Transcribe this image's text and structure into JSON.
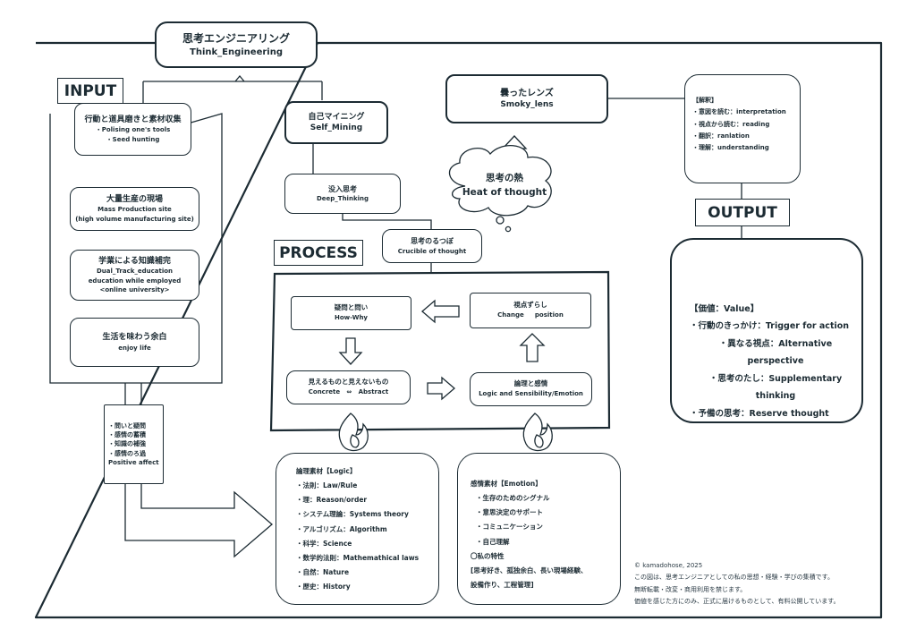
{
  "title": {
    "jp": "思考エンジニアリング",
    "en": "Think_Engineering"
  },
  "sections": {
    "input": "INPUT",
    "process": "PROCESS",
    "output": "OUTPUT"
  },
  "input_boxes": [
    {
      "jp": "行動と道具磨きと素材収集",
      "lines": [
        "・Polising one's  tools",
        "・Seed hunting"
      ]
    },
    {
      "jp": "大量生産の現場",
      "lines": [
        "Mass Production site",
        "(high volume manufacturing site)"
      ]
    },
    {
      "jp": "学業による知識補完",
      "lines": [
        "Dual_Track_education",
        "education while employed",
        "<online university>"
      ]
    },
    {
      "jp": "生活を味わう余白",
      "lines": [
        "enjoy life"
      ]
    }
  ],
  "input_notes": [
    "・問いと疑問",
    "・感情の蓄積",
    "・知識の補強",
    "・感情のろ過",
    "Positive affect"
  ],
  "self_mining": {
    "jp": "自己マイニング",
    "en": "Self_Mining"
  },
  "deep_thinking": {
    "jp": "没入思考",
    "en": "Deep_Thinking"
  },
  "crucible": {
    "jp": "思考のるつぼ",
    "en": "Crucible of thought"
  },
  "heat": {
    "jp": "思考の熱",
    "en": "Heat of thought"
  },
  "smoky": {
    "jp": "曇ったレンズ",
    "en": "Smoky_lens"
  },
  "interpretation": {
    "head": "【解釈】",
    "items": [
      "・意図を読む：interpretation",
      "・視点から読む：reading",
      "・翻訳：ranlation",
      "・理解：understanding"
    ]
  },
  "process_boxes": {
    "question": {
      "jp": "疑問と問い",
      "en": "How-Why"
    },
    "shift": {
      "jp": "視点ずらし",
      "en": "Change     position"
    },
    "visible": {
      "jp": "見えるものと見えないもの",
      "en": "Concrete   ⇔   Abstract"
    },
    "logic_emotion": {
      "jp": "論理と感情",
      "en": "Logic and Sensibility/Emotion"
    }
  },
  "logic": {
    "head": "論理素材【Logic】",
    "items": [
      "・法則：Law/Rule",
      "・理：Reason/order",
      "・システム理論：Systems theory",
      "・アルゴリズム：Algorithm",
      "・科学：Science",
      "・数学的法則：Mathemathical laws",
      "・自然：Nature",
      "・歴史：History"
    ]
  },
  "emotion": {
    "head": "感情素材【Emotion】",
    "items": [
      "・生存のためのシグナル",
      "・意思決定のサポート",
      "・コミュニケーション",
      "・自己理解"
    ],
    "trait_head": "〇私の特性",
    "trait_lines": [
      "[思考好き、孤独余白、長い現場経験、",
      "設備作り、工程管理]"
    ]
  },
  "value": {
    "head": "【価値：Value】",
    "items": [
      "・行動のきっかけ：Trigger for action",
      "・異なる視点：Alternative perspective",
      "・思考のたし：Supplementary thinking",
      "・予備の思考：Reserve thought"
    ]
  },
  "footer": [
    "© kamadohose, 2025",
    "この図は、思考エンジニアとしての私の思想・経験・学びの集積です。",
    "無断転載・改変・商用利用を禁じます。",
    "価値を感じた方にのみ、正式に届けるものとして、有料公開しています。"
  ]
}
